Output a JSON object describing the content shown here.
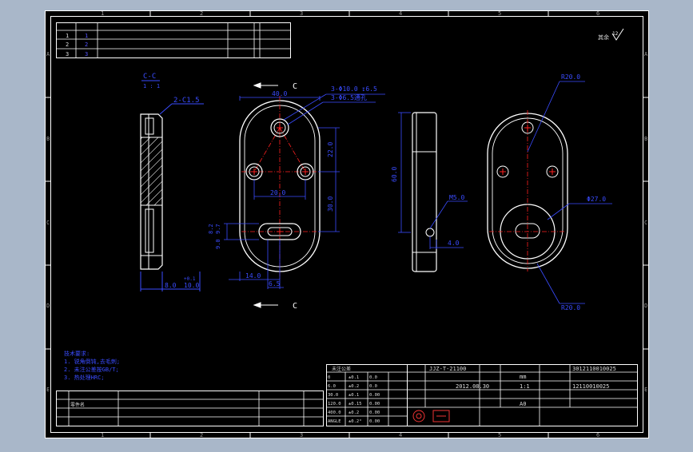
{
  "frame": {
    "col_numbers": [
      "1",
      "2",
      "3",
      "4",
      "5",
      "6"
    ],
    "row_letters": [
      "A",
      "B",
      "C",
      "D",
      "E"
    ]
  },
  "revision_table": {
    "rows": [
      [
        "1",
        "1"
      ],
      [
        "2",
        "2"
      ],
      [
        "3",
        "3"
      ]
    ]
  },
  "section_marks": {
    "left": "C-C",
    "scale": "1 : 1",
    "arrow_label": "C"
  },
  "dims": {
    "chamfer": "2-C1.5",
    "width": "40.0",
    "holes3": "3-Φ10.0 ↧6.5",
    "holes3b": "3-Φ6.5通孔",
    "d22": "22.0",
    "d20": "20.0",
    "d30": "30.0",
    "d82": "8.2",
    "d97": "9.7",
    "d90": "9.0",
    "d14": "14.0",
    "d65": "6.5",
    "d80": "8.0",
    "d10": "10.0",
    "d40": "40.0",
    "d60": "60.0",
    "m5": "M5.0",
    "d4": "4.0",
    "r20a": "R20.0",
    "r20b": "R20.0",
    "phi27": "Φ27.0"
  },
  "title_block": {
    "drawing_no": "JJZ-T-21100",
    "date": "2012.08.30",
    "code1": "3012110010025",
    "code2": "12110010025",
    "unit": "mm",
    "scale": "1:1",
    "sheet": "A0"
  },
  "tolerances": [
    {
      "range": "0",
      "a": "±0.1",
      "b": "0.0"
    },
    {
      "range": "6.0",
      "a": "±0.2",
      "b": "0.0"
    },
    {
      "range": "30.0",
      "a": "±0.1",
      "b": "0.00"
    },
    {
      "range": "120.0",
      "a": "±0.15",
      "b": "0.00"
    },
    {
      "range": "400.0",
      "a": "±0.2",
      "b": "0.00"
    },
    {
      "range": "ANGLE",
      "a": "±0.2°",
      "b": "0.00"
    }
  ],
  "colors": {
    "paper": "#000000",
    "bg": "#a9b7c9",
    "frame": "#ffffff",
    "dim": "#1a2cff",
    "center": "#ff2020",
    "title": "#cccccc"
  }
}
